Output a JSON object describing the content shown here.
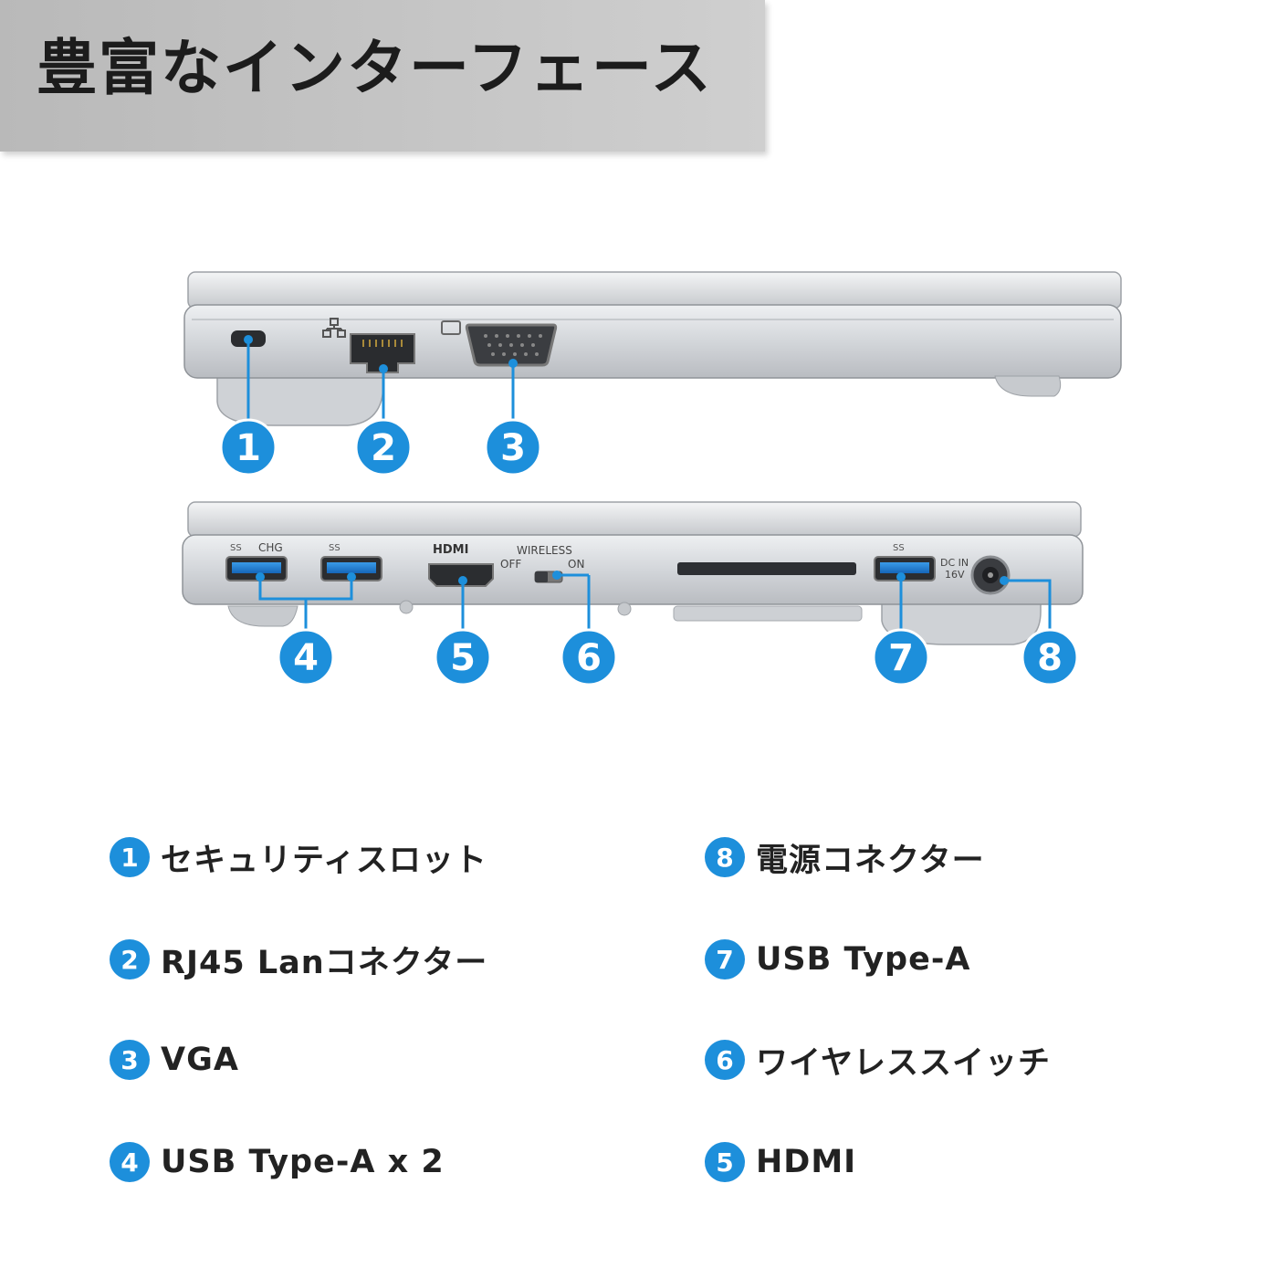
{
  "title": "豊富なインターフェース",
  "accent_color": "#1d8fdb",
  "callouts": [
    "1",
    "2",
    "3",
    "4",
    "5",
    "6",
    "7",
    "8"
  ],
  "port_labels": {
    "hdmi": "HDMI",
    "wireless": "WIRELESS",
    "off": "OFF",
    "on": "ON",
    "chg": "CHG",
    "ss": "SS",
    "dc_in": "DC IN",
    "volt": "16V"
  },
  "legend": [
    {
      "num": "1",
      "label": "セキュリティスロット"
    },
    {
      "num": "8",
      "label": "電源コネクター"
    },
    {
      "num": "2",
      "label": "RJ45 Lanコネクター"
    },
    {
      "num": "7",
      "label": "USB Type-A"
    },
    {
      "num": "3",
      "label": "VGA"
    },
    {
      "num": "6",
      "label": "ワイヤレススイッチ"
    },
    {
      "num": "4",
      "label": "USB Type-A x 2"
    },
    {
      "num": "5",
      "label": "HDMI"
    }
  ]
}
